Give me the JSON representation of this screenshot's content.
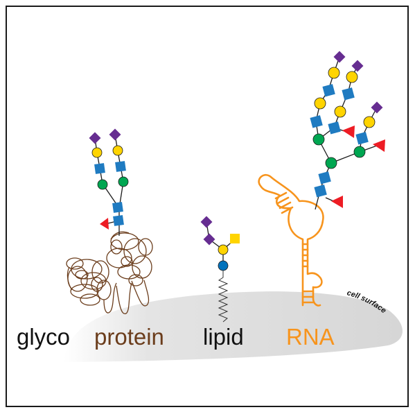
{
  "figure": {
    "labels": {
      "glyco": "glyco",
      "protein": "protein",
      "lipid": "lipid",
      "rna": "RNA",
      "cell_surface": "cell surface"
    },
    "colors": {
      "frame": "#1a1a1a",
      "membrane": "#e2e2e2",
      "protein": "#6b3d1c",
      "rna": "#f7941d",
      "galactose": "#ffd400",
      "glcnac": "#1f7bc1",
      "mannose": "#00a651",
      "sialic_acid": "#662d91",
      "fucose": "#ed1c24",
      "glucose": "#0072bc",
      "text": "#111111"
    },
    "icons": [
      "sialic-acid-diamond",
      "galactose-circle",
      "glcnac-square",
      "mannose-circle",
      "fucose-triangle",
      "glucose-circle"
    ]
  }
}
